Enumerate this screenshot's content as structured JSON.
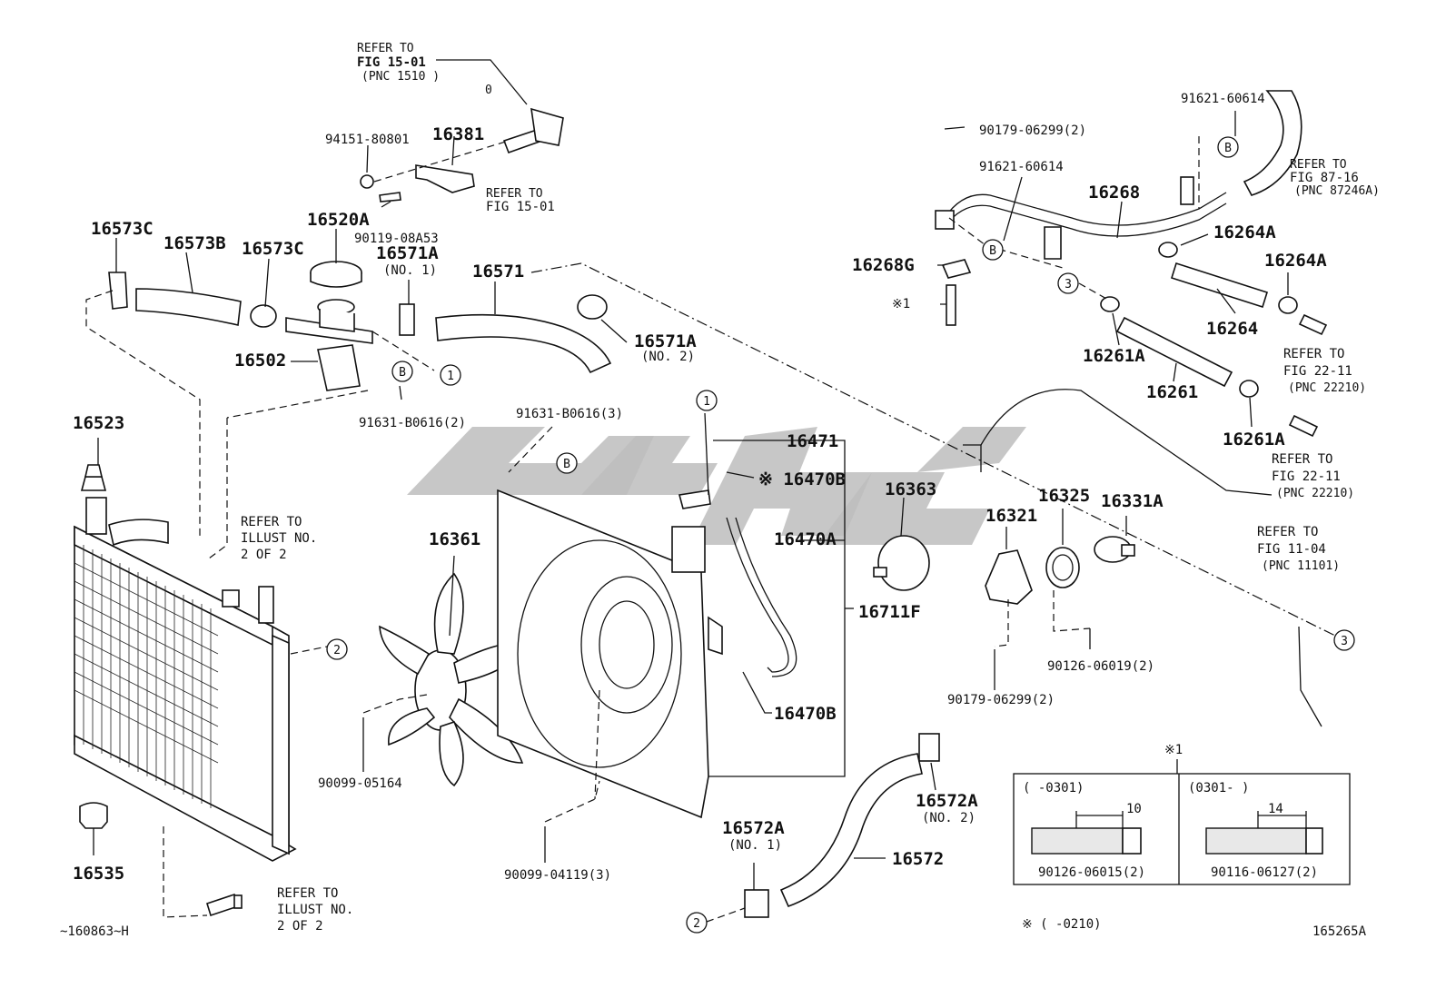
{
  "diagram_id": "165265A",
  "footer_code": "~160863~H",
  "legend_note": "※ (      -0210)",
  "parts": {
    "p16573C_a": "16573C",
    "p16573B": "16573B",
    "p16573C_b": "16573C",
    "p16520A": "16520A",
    "p16571A_no1": "16571A",
    "p16571A_no1_sub": "(NO. 1)",
    "p16571": "16571",
    "p16571A_no2": "16571A",
    "p16571A_no2_sub": "(NO. 2)",
    "p16502": "16502",
    "p16381": "16381",
    "p94151": "94151-80801",
    "p90119": "90119-08A53",
    "p91631_b0616_2": "91631-B0616(2)",
    "p91631_b0616_3": "91631-B0616(3)",
    "p16523": "16523",
    "p16535": "16535",
    "p16361": "16361",
    "p90099_05164": "90099-05164",
    "p90099_04119": "90099-04119(3)",
    "p16471": "16471",
    "p16470B_a": "※ 16470B",
    "p16470A": "16470A",
    "p16470B_b": "16470B",
    "p16711F": "16711F",
    "p16363": "16363",
    "p16321": "16321",
    "p16325": "16325",
    "p16331A": "16331A",
    "p90126_06019": "90126-06019(2)",
    "p90179_06299_b": "90179-06299(2)",
    "p16572A_no2": "16572A",
    "p16572A_no2_sub": "(NO. 2)",
    "p16572A_no1": "16572A",
    "p16572A_no1_sub": "(NO. 1)",
    "p16572": "16572",
    "p90179_06299_a": "90179-06299(2)",
    "p91621_60614_a": "91621-60614",
    "p91621_60614_b": "91621-60614",
    "p16268": "16268",
    "p16268G": "16268G",
    "p_star1": "※1",
    "p16264A_a": "16264A",
    "p16264A_b": "16264A",
    "p16264": "16264",
    "p16261A_a": "16261A",
    "p16261": "16261",
    "p16261A_b": "16261A"
  },
  "refer_notes": {
    "top_fig15_a": [
      "REFER TO",
      "FIG 15-01",
      "(PNC 1510  )"
    ],
    "top_fig15_b": [
      "REFER TO",
      "FIG 15-01"
    ],
    "illust_2of2_a": [
      "REFER TO",
      "ILLUST NO.",
      "2 OF 2"
    ],
    "illust_2of2_b": [
      "REFER TO",
      "ILLUST NO.",
      "2 OF 2"
    ],
    "fig87": [
      "REFER TO",
      "FIG 87-16",
      "(PNC 87246A)"
    ],
    "fig22_a": [
      "REFER TO",
      "FIG 22-11",
      "(PNC 22210)"
    ],
    "fig22_b": [
      "REFER TO",
      "FIG 22-11",
      "(PNC 22210)"
    ],
    "fig11": [
      "REFER TO",
      "FIG 11-04",
      "(PNC 11101)"
    ]
  },
  "callouts": {
    "c1": "1",
    "c2": "2",
    "c3": "3",
    "cB": "B",
    "c0": "0"
  },
  "inset": {
    "title": "※1",
    "left_range": "(      -0301)",
    "right_range": "(0301-      )",
    "left_dim": "10",
    "right_dim": "14",
    "left_part": "90126-06015(2)",
    "right_part": "90116-06127(2)"
  },
  "colors": {
    "line": "#111111",
    "watermark": "#bdbdbd",
    "background": "#ffffff"
  }
}
